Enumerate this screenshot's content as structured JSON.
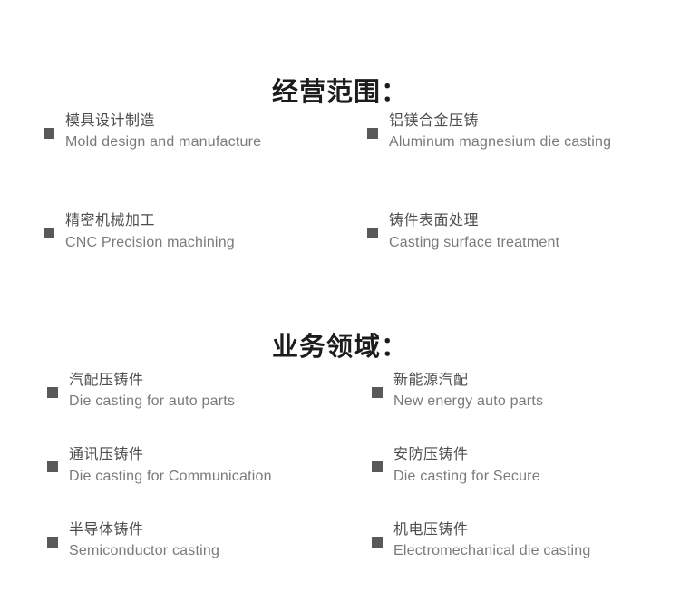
{
  "page": {
    "background_color": "#ffffff",
    "heading_color": "#1c1c1c",
    "title_cn_color": "#4d4d4d",
    "title_en_color": "#7a7a7a",
    "bullet_color": "#595959",
    "bullet_icon": "filled-square"
  },
  "sections": [
    {
      "id": "business-scope",
      "heading": "经营范围：",
      "items": [
        {
          "title_cn": "模具设计制造",
          "title_en": "Mold design and manufacture",
          "bullet_icon": "filled-square"
        },
        {
          "title_cn": "铝镁合金压铸",
          "title_en": "Aluminum magnesium die casting",
          "bullet_icon": "filled-square"
        },
        {
          "title_cn": "精密机械加工",
          "title_en": "CNC Precision machining",
          "bullet_icon": "filled-square"
        },
        {
          "title_cn": "铸件表面处理",
          "title_en": "Casting surface treatment",
          "bullet_icon": "filled-square"
        }
      ]
    },
    {
      "id": "business-fields",
      "heading": "业务领域：",
      "items": [
        {
          "title_cn": "汽配压铸件",
          "title_en": "Die casting for auto parts",
          "bullet_icon": "filled-square"
        },
        {
          "title_cn": "新能源汽配",
          "title_en": "New energy auto parts",
          "bullet_icon": "filled-square"
        },
        {
          "title_cn": "通讯压铸件",
          "title_en": "Die casting for Communication",
          "bullet_icon": "filled-square"
        },
        {
          "title_cn": "安防压铸件",
          "title_en": "Die casting for Secure",
          "bullet_icon": "filled-square"
        },
        {
          "title_cn": "半导体铸件",
          "title_en": "Semiconductor casting",
          "bullet_icon": "filled-square"
        },
        {
          "title_cn": "机电压铸件",
          "title_en": "Electromechanical die casting",
          "bullet_icon": "filled-square"
        }
      ]
    }
  ]
}
